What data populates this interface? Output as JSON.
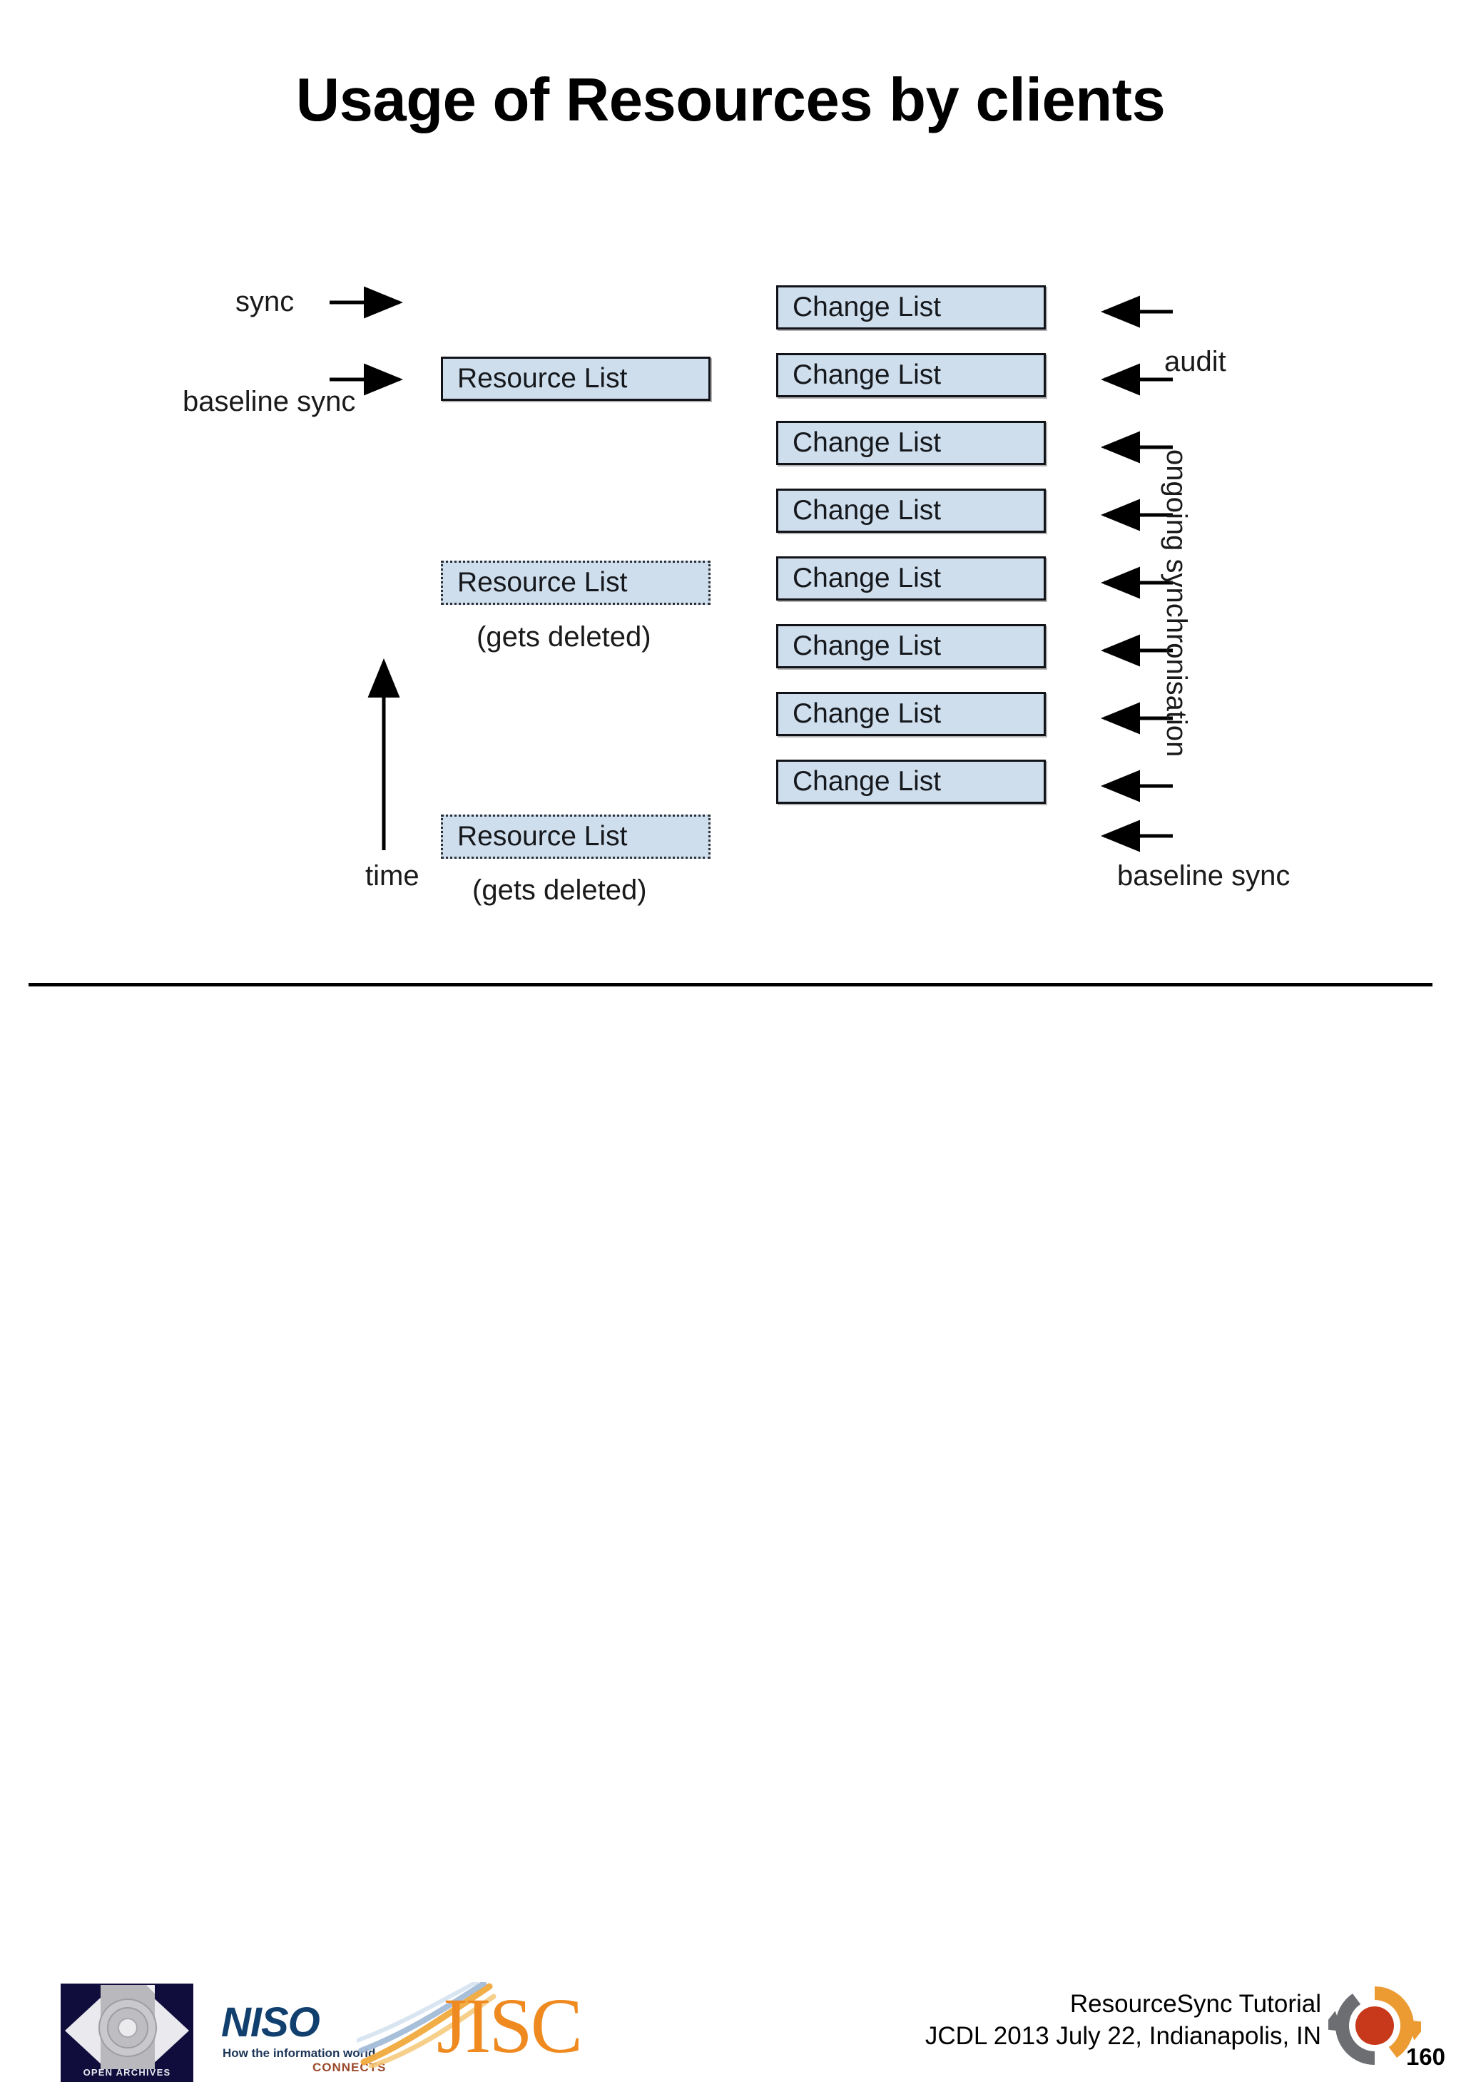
{
  "slide": {
    "title": "Usage of Resources by clients",
    "page_number": "160"
  },
  "diagram": {
    "left_labels": {
      "sync": "sync",
      "baseline_sync": "baseline sync",
      "time_axis": "time"
    },
    "right_labels": {
      "audit": "audit",
      "ongoing_synchronisation": "ongoing synchronisation",
      "baseline_sync": "baseline sync"
    },
    "resource_lists": [
      {
        "label": "Resource List",
        "style": "solid",
        "note": ""
      },
      {
        "label": "Resource List",
        "style": "dotted",
        "note": "(gets deleted)"
      },
      {
        "label": "Resource List",
        "style": "dotted",
        "note": "(gets deleted)"
      }
    ],
    "change_lists": [
      {
        "label": "Change List"
      },
      {
        "label": "Change List"
      },
      {
        "label": "Change List"
      },
      {
        "label": "Change List"
      },
      {
        "label": "Change List"
      },
      {
        "label": "Change List"
      },
      {
        "label": "Change List"
      },
      {
        "label": "Change List"
      }
    ],
    "colors": {
      "box_fill": "#cfdeed",
      "box_border": "#111318",
      "dotted_border": "#2b2f36",
      "arrow": "#000000"
    }
  },
  "footer": {
    "line1": "ResourceSync Tutorial",
    "line2": "JCDL 2013 July 22, Indianapolis, IN",
    "logos": {
      "open_archives": "OPEN ARCHIVES",
      "niso_word": "NISO",
      "niso_tagline_1": "How the information world",
      "niso_tagline_2": "CONNECTS",
      "jisc_word": "JISC"
    }
  }
}
